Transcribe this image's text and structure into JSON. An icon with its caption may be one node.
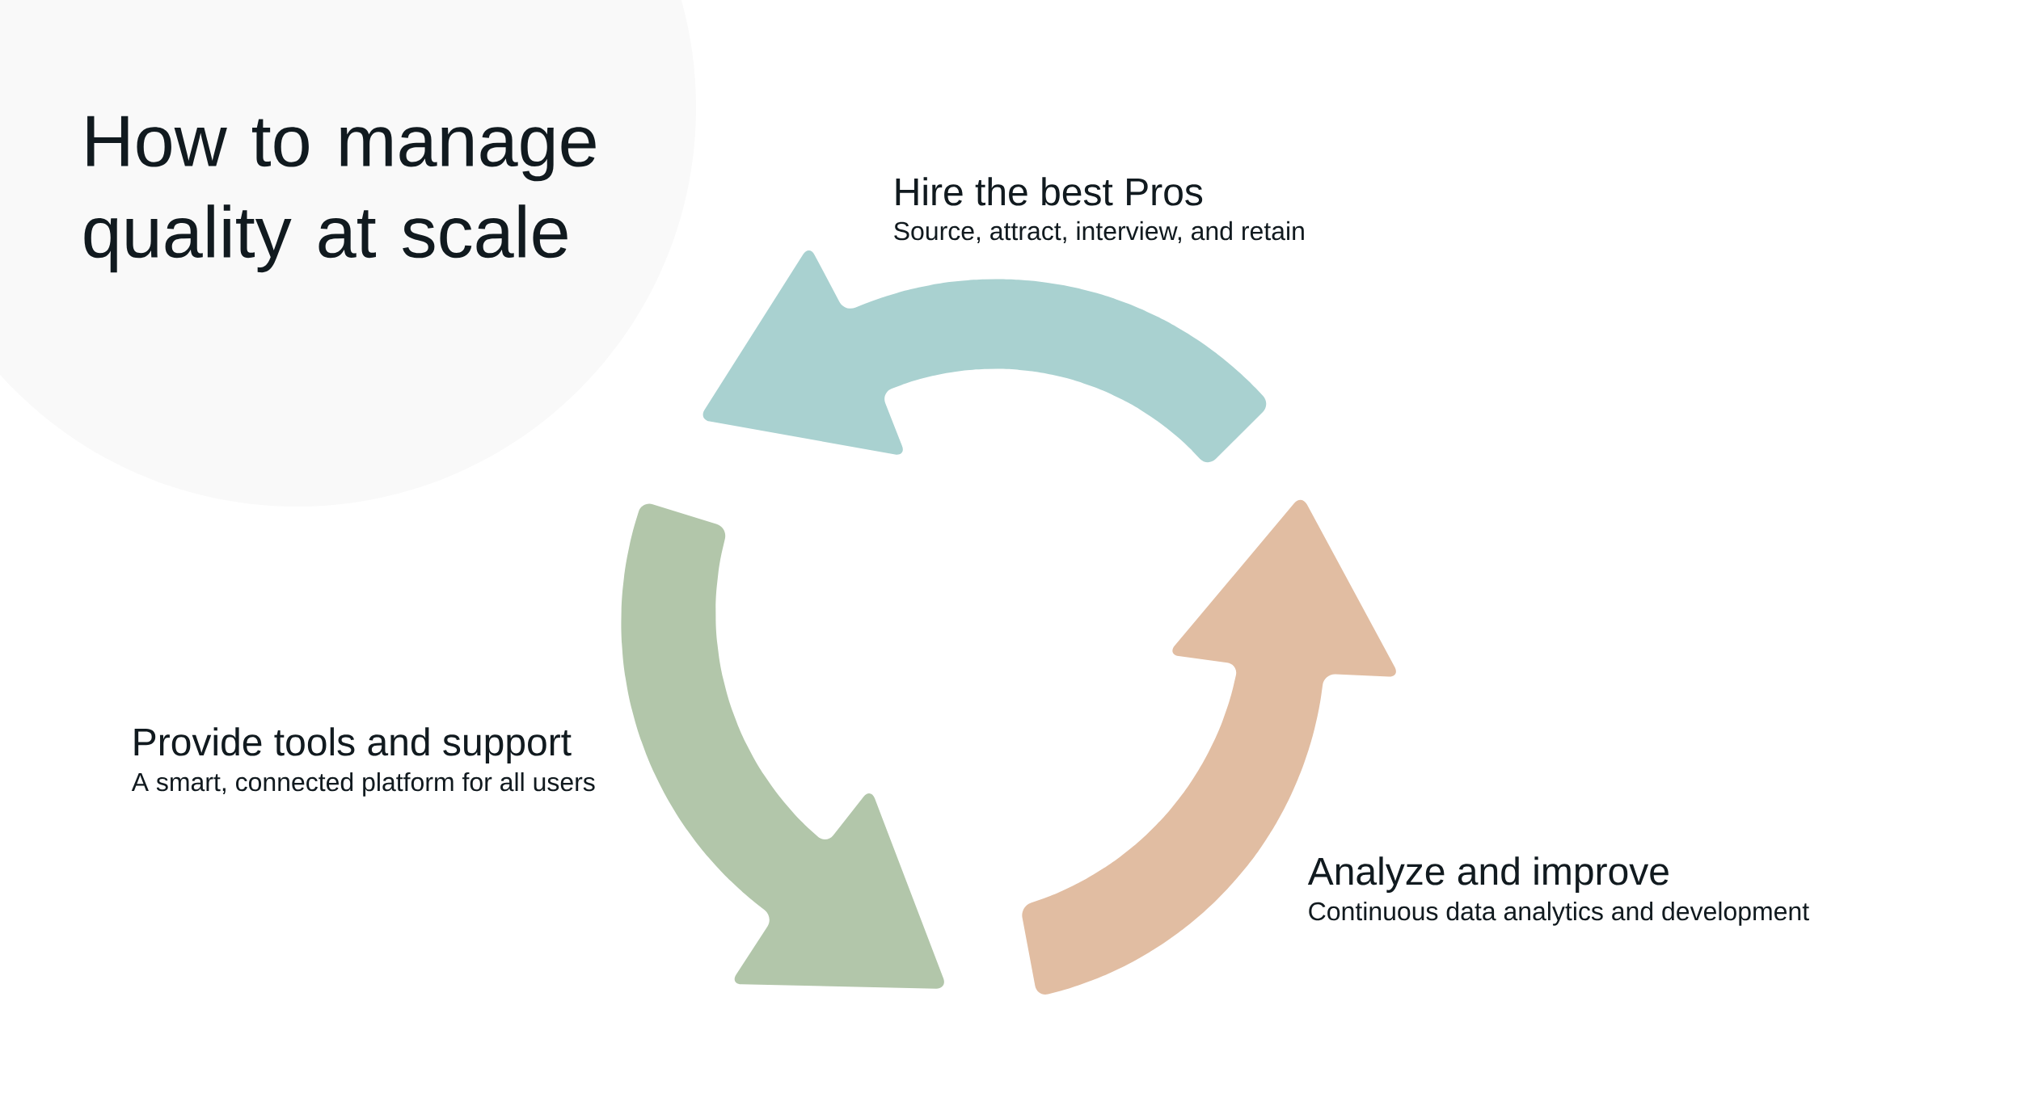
{
  "diagram": {
    "title": "How to manage quality at scale",
    "labels": [
      "Hire the best Pros",
      "Source, attract, interview, and retain",
      "Provide tools and support",
      "A smart, connected platform for all users",
      "Analyze and improve",
      "Continuous data analytics and development"
    ]
  }
}
